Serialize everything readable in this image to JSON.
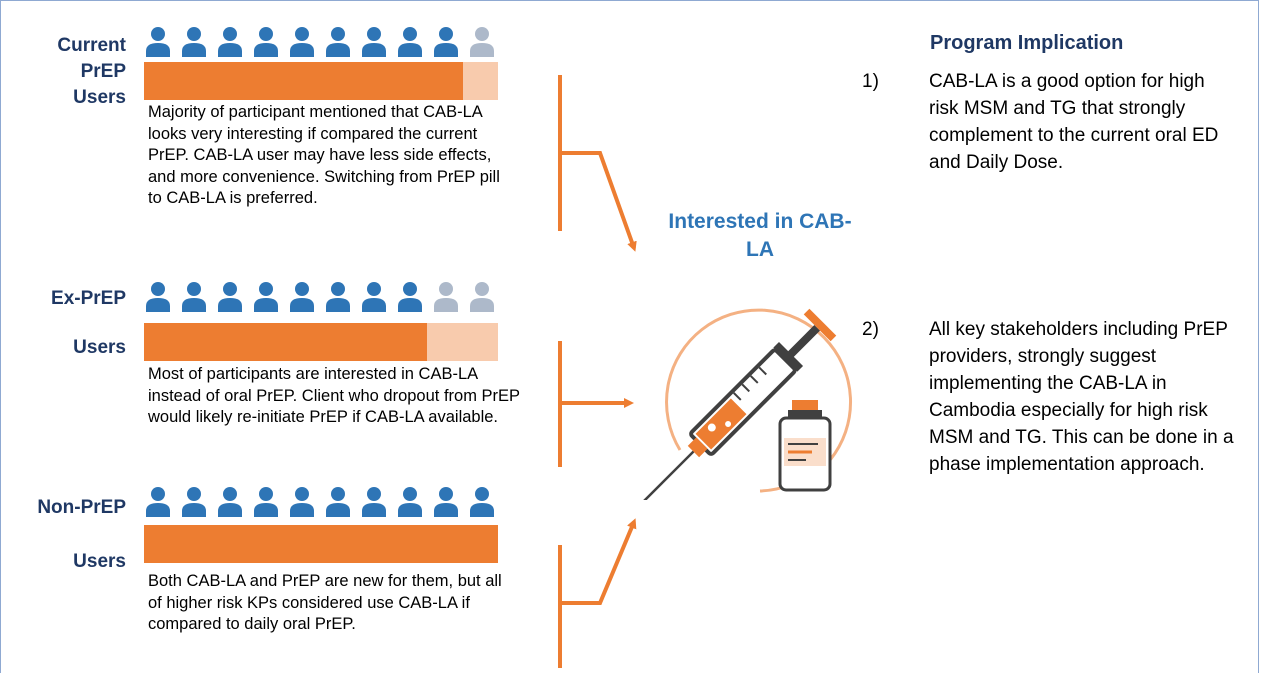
{
  "groups": [
    {
      "label": "Current PrEP Users",
      "people_total": 10,
      "people_highlighted": 9,
      "interested_fraction": 0.9,
      "description": "Majority of participant mentioned that CAB-LA looks very interesting if compared the current PrEP.  CAB-LA user may have less side effects, and more convenience. Switching from PrEP pill to CAB-LA is preferred."
    },
    {
      "label_line1": "Ex-PrEP",
      "label_line2": "Users",
      "people_total": 10,
      "people_highlighted": 8,
      "interested_fraction": 0.8,
      "description": "Most of participants are interested in CAB-LA instead of oral PrEP. Client who dropout from PrEP would likely re-initiate PrEP if CAB-LA available."
    },
    {
      "label_line1": "Non-PrEP",
      "label_line2": "Users",
      "people_total": 10,
      "people_highlighted": 10,
      "interested_fraction": 1.0,
      "description": "Both CAB-LA and PrEP are new for them, but all of higher risk KPs considered use CAB-LA if compared to daily oral PrEP."
    }
  ],
  "center": {
    "title": "Interested in CAB-LA",
    "icon": "syringe-vial-icon"
  },
  "implication": {
    "title": "Program Implication",
    "items": [
      {
        "num": "1)",
        "text": "CAB-LA is a good option for high risk MSM and TG that strongly complement to the current oral ED and Daily Dose."
      },
      {
        "num": "2)",
        "text": "All key stakeholders including PrEP providers, strongly suggest implementing the CAB-LA in Cambodia especially for high risk MSM and TG. This can be done in a phase implementation approach."
      }
    ]
  },
  "colors": {
    "person_active": "#2E75B6",
    "person_inactive": "#ADB9CA",
    "bar_fill": "#ED7D31",
    "bar_remainder": "#F8CBAD",
    "arrow": "#ED7D31",
    "label": "#1F3864",
    "accent": "#2E75B6"
  }
}
